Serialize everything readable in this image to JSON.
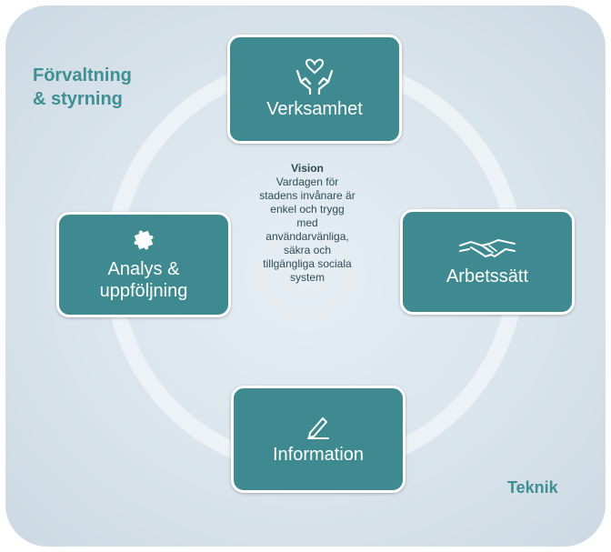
{
  "corners": {
    "top_left": "Förvaltning\n& styrning",
    "bottom_right": "Teknik"
  },
  "tiles": {
    "verksamhet": {
      "label": "Verksamhet",
      "icon": "heart-hands-icon"
    },
    "analys": {
      "label": "Analys &\nuppföljning",
      "icon": "puzzle-icon"
    },
    "arbetssatt": {
      "label": "Arbetssätt",
      "icon": "handshake-icon"
    },
    "information": {
      "label": "Information",
      "icon": "pen-icon"
    }
  },
  "vision": {
    "title": "Vision",
    "text": "Vardagen för\nstadens invånare  är\nenkel och trygg\nmed\nanvändarvänliga,\nsäkra och\ntillgängliga sociala\nsystem"
  },
  "colors": {
    "tile": "#3f8a90",
    "accent_text": "#3f8f95",
    "panel": "#d9e4ec"
  }
}
